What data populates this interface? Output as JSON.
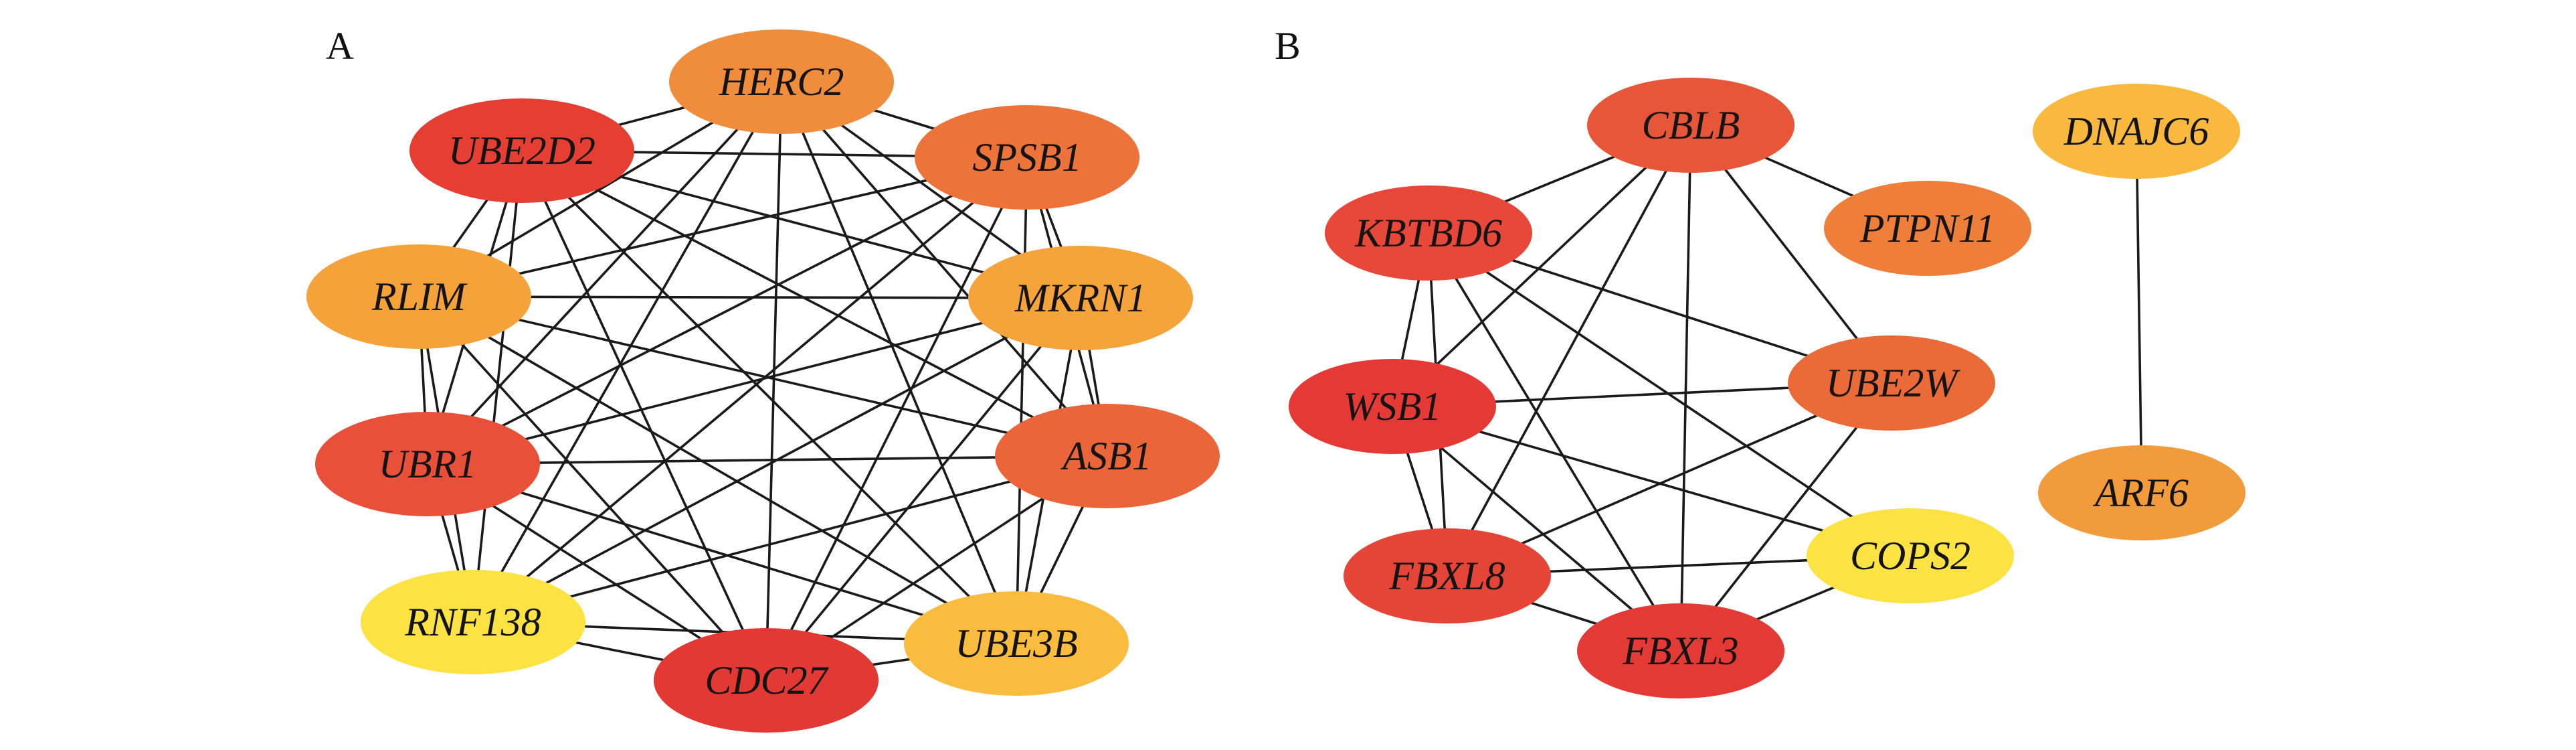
{
  "figure": {
    "panels": [
      {
        "id": "A",
        "label": "A",
        "nodes": [
          {
            "id": "HERC2",
            "label": "HERC2",
            "color": "#F08D3D"
          },
          {
            "id": "UBE2D2",
            "label": "UBE2D2",
            "color": "#E43F32"
          },
          {
            "id": "SPSB1",
            "label": "SPSB1",
            "color": "#EC733A"
          },
          {
            "id": "RLIM",
            "label": "RLIM",
            "color": "#F5A23B"
          },
          {
            "id": "MKRN1",
            "label": "MKRN1",
            "color": "#F5A33B"
          },
          {
            "id": "UBR1",
            "label": "UBR1",
            "color": "#E8503A"
          },
          {
            "id": "ASB1",
            "label": "ASB1",
            "color": "#EA6539"
          },
          {
            "id": "RNF138",
            "label": "RNF138",
            "color": "#FDE244"
          },
          {
            "id": "CDC27",
            "label": "CDC27",
            "color": "#E23934"
          },
          {
            "id": "UBE3B",
            "label": "UBE3B",
            "color": "#F9BC3F"
          }
        ],
        "edges": "complete"
      },
      {
        "id": "B",
        "label": "B",
        "nodes": [
          {
            "id": "CBLB",
            "label": "CBLB",
            "color": "#E85639"
          },
          {
            "id": "KBTBD6",
            "label": "KBTBD6",
            "color": "#E74839"
          },
          {
            "id": "PTPN11",
            "label": "PTPN11",
            "color": "#EE7F3B"
          },
          {
            "id": "WSB1",
            "label": "WSB1",
            "color": "#E43935"
          },
          {
            "id": "UBE2W",
            "label": "UBE2W",
            "color": "#EA6A38"
          },
          {
            "id": "COPS2",
            "label": "COPS2",
            "color": "#FDE244"
          },
          {
            "id": "FBXL8",
            "label": "FBXL8",
            "color": "#E54536"
          },
          {
            "id": "FBXL3",
            "label": "FBXL3",
            "color": "#E43A35"
          },
          {
            "id": "DNAJC6",
            "label": "DNAJC6",
            "color": "#F9B93F"
          },
          {
            "id": "ARF6",
            "label": "ARF6",
            "color": "#F29B3C"
          }
        ],
        "edges": [
          [
            "CBLB",
            "KBTBD6"
          ],
          [
            "CBLB",
            "PTPN11"
          ],
          [
            "CBLB",
            "WSB1"
          ],
          [
            "CBLB",
            "FBXL8"
          ],
          [
            "CBLB",
            "FBXL3"
          ],
          [
            "CBLB",
            "UBE2W"
          ],
          [
            "KBTBD6",
            "WSB1"
          ],
          [
            "KBTBD6",
            "FBXL8"
          ],
          [
            "KBTBD6",
            "FBXL3"
          ],
          [
            "KBTBD6",
            "COPS2"
          ],
          [
            "KBTBD6",
            "UBE2W"
          ],
          [
            "WSB1",
            "UBE2W"
          ],
          [
            "WSB1",
            "COPS2"
          ],
          [
            "WSB1",
            "FBXL8"
          ],
          [
            "WSB1",
            "FBXL3"
          ],
          [
            "UBE2W",
            "FBXL8"
          ],
          [
            "UBE2W",
            "FBXL3"
          ],
          [
            "FBXL8",
            "COPS2"
          ],
          [
            "FBXL8",
            "FBXL3"
          ],
          [
            "COPS2",
            "FBXL3"
          ],
          [
            "DNAJC6",
            "ARF6"
          ]
        ]
      }
    ]
  }
}
